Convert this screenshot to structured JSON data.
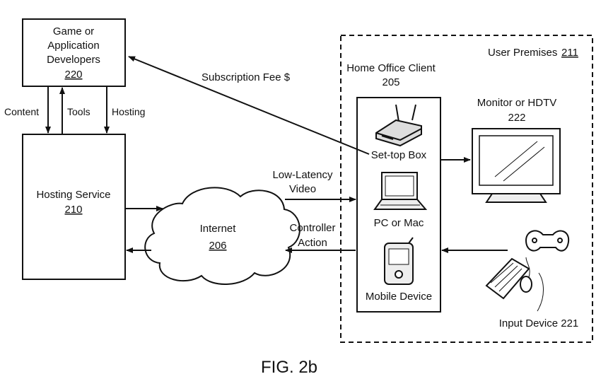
{
  "figure_label": "FIG. 2b",
  "developers": {
    "line1": "Game or",
    "line2": "Application",
    "line3": "Developers",
    "ref": "220"
  },
  "hosting": {
    "line1": "Hosting Service",
    "ref": "210"
  },
  "internet": {
    "line1": "Internet",
    "ref": "206"
  },
  "links": {
    "content": "Content",
    "tools": "Tools",
    "hosting": "Hosting",
    "subscription": "Subscription Fee $",
    "video_line1": "Low-Latency",
    "video_line2": "Video",
    "controller_line1": "Controller",
    "controller_line2": "Action"
  },
  "premises": {
    "label": "User Premises",
    "ref": "211"
  },
  "client": {
    "label": "Home Office Client",
    "ref": "205"
  },
  "devices": {
    "settop": "Set-top Box",
    "pc": "PC or Mac",
    "mobile": "Mobile Device"
  },
  "monitor": {
    "label": "Monitor or HDTV",
    "ref": "222"
  },
  "input": {
    "label": "Input Device 221"
  }
}
